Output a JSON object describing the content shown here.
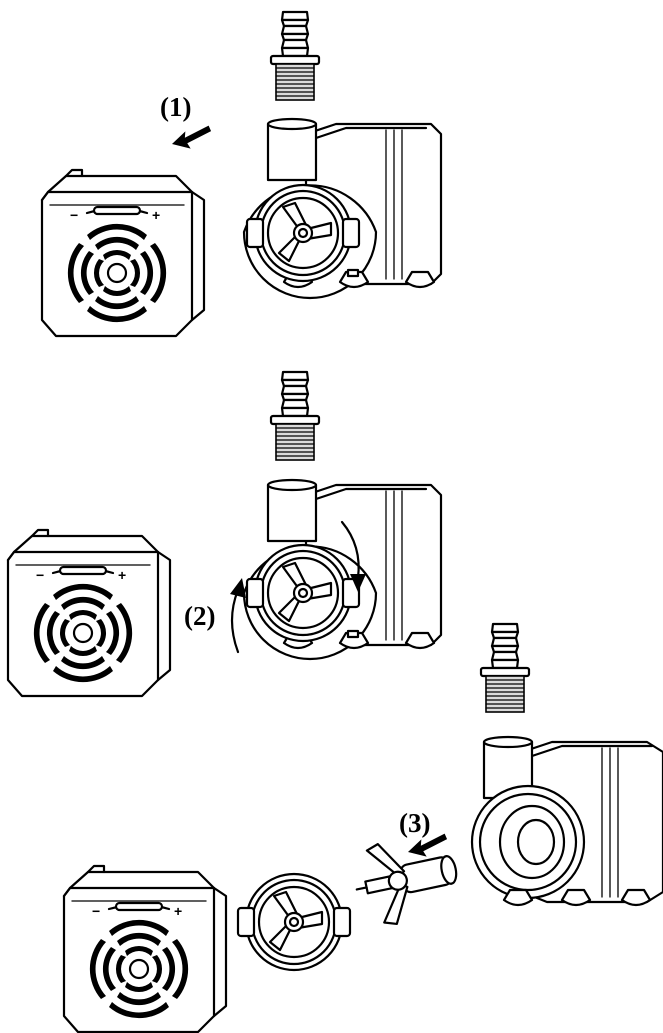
{
  "steps": [
    {
      "label": "(1)"
    },
    {
      "label": "(2)"
    },
    {
      "label": "(3)"
    }
  ],
  "icons": {
    "cover": "pump-front-cover",
    "body": "pump-motor-body",
    "nozzle": "hose-nozzle",
    "rotor": "impeller-rotor",
    "plate": "impeller-cover-plate",
    "arrow": "direction-arrow"
  },
  "colors": {
    "line": "#000000",
    "background": "#ffffff",
    "fill": "#d9d9d9"
  }
}
